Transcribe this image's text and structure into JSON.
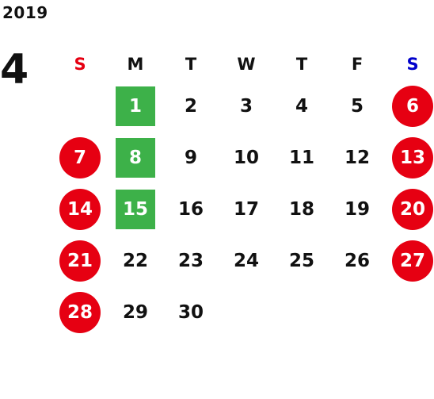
{
  "header": {
    "year": "2019",
    "month": "4"
  },
  "weekdays": [
    "S",
    "M",
    "T",
    "W",
    "T",
    "F",
    "S"
  ],
  "weeks": [
    [
      null,
      {
        "n": "1",
        "t": "special"
      },
      {
        "n": "2"
      },
      {
        "n": "3"
      },
      {
        "n": "4"
      },
      {
        "n": "5"
      },
      {
        "n": "6",
        "t": "holiday"
      }
    ],
    [
      {
        "n": "7",
        "t": "holiday"
      },
      {
        "n": "8",
        "t": "special"
      },
      {
        "n": "9"
      },
      {
        "n": "10"
      },
      {
        "n": "11"
      },
      {
        "n": "12"
      },
      {
        "n": "13",
        "t": "holiday"
      }
    ],
    [
      {
        "n": "14",
        "t": "holiday"
      },
      {
        "n": "15",
        "t": "special"
      },
      {
        "n": "16"
      },
      {
        "n": "17"
      },
      {
        "n": "18"
      },
      {
        "n": "19"
      },
      {
        "n": "20",
        "t": "holiday"
      }
    ],
    [
      {
        "n": "21",
        "t": "holiday"
      },
      {
        "n": "22"
      },
      {
        "n": "23"
      },
      {
        "n": "24"
      },
      {
        "n": "25"
      },
      {
        "n": "26"
      },
      {
        "n": "27",
        "t": "holiday"
      }
    ],
    [
      {
        "n": "28",
        "t": "holiday"
      },
      {
        "n": "29"
      },
      {
        "n": "30"
      },
      null,
      null,
      null,
      null
    ]
  ],
  "colors": {
    "holiday": "#e60012",
    "special": "#3db149",
    "sunday_header": "#e60012",
    "saturday_header": "#0000cc"
  }
}
